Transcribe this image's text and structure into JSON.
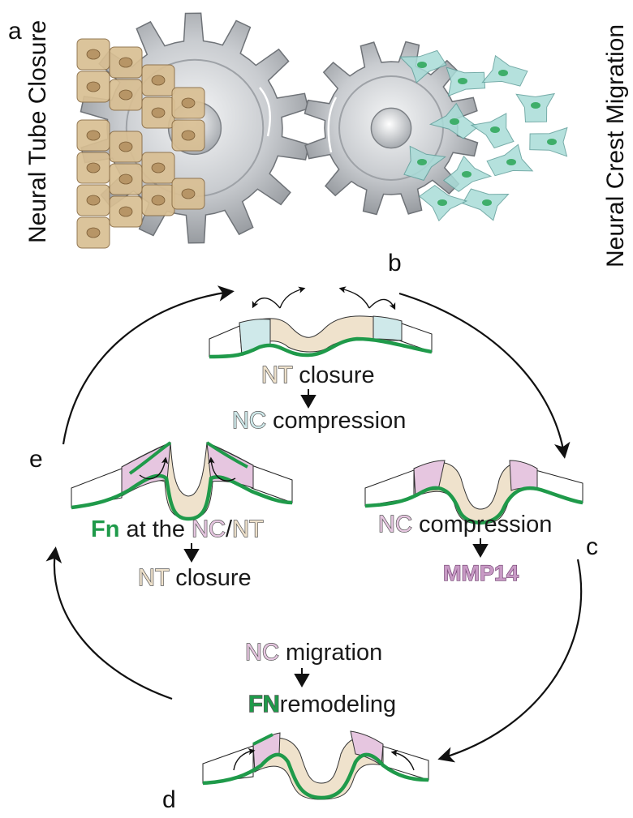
{
  "panel_labels": {
    "a": "a",
    "b": "b",
    "c": "c",
    "d": "d",
    "e": "e"
  },
  "side_labels": {
    "left": "Neural Tube Closure",
    "right": "Neural Crest Migration"
  },
  "b_text": {
    "line1_abbr": "NT",
    "line1_rest": " closure",
    "line2_abbr": "NC",
    "line2_rest": " compression"
  },
  "c_text": {
    "line1_abbr": "NC",
    "line1_rest": " compression",
    "line2": "MMP14"
  },
  "d_text": {
    "line1_abbr": "NC",
    "line1_rest": " migration",
    "line2_abbr": "FN",
    "line2_rest": "remodeling"
  },
  "e_text": {
    "fn": "Fn",
    "at_the": " at the ",
    "nc": "NC",
    "slash": "/",
    "nt": "NT",
    "line2_abbr": "NT",
    "line2_rest": " closure"
  },
  "colors": {
    "nt_tan": "#efe2cc",
    "nc_blue": "#cfe9ea",
    "nc_pink": "#e6c6e0",
    "fn_green": "#1f9a4a",
    "gear_grey": "#b9bcc0",
    "cell_brown": "#d9bf93",
    "cell_teal": "#a9dcd8"
  },
  "icons": [
    "gear-icon-left",
    "gear-icon-right",
    "epithelial-cells",
    "migrating-cells",
    "cycle-arrow"
  ]
}
